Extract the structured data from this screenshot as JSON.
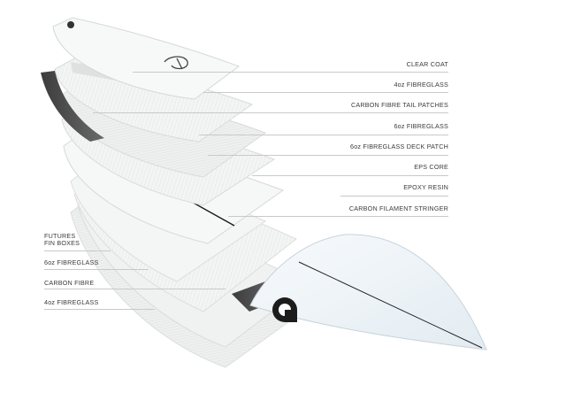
{
  "right_labels": [
    "CLEAR COAT",
    "4oz FIBREGLASS",
    "CARBON FIBRE TAIL PATCHES",
    "6oz FIBREGLASS",
    "6oz FIBREGLASS DECK PATCH",
    "EPS CORE",
    "EPOXY RESIN",
    "CARBON FILAMENT STRINGER"
  ],
  "left_labels": {
    "fin_boxes": [
      "FUTURES",
      "FIN BOXES"
    ],
    "bottom_6oz": "6oz FIBREGLASS",
    "carbon": "CARBON FIBRE",
    "bottom_4oz": "4oz FIBREGLASS"
  },
  "colors": {
    "label_text": "#3a3a3a",
    "leader_line": "#c9c9c9",
    "carbon": "#555555",
    "board": "#f1f2f2",
    "nose": "#e8f0f6"
  },
  "icons": [
    "brand-logo-icon",
    "tail-logo-icon",
    "fin-plug-icon"
  ]
}
